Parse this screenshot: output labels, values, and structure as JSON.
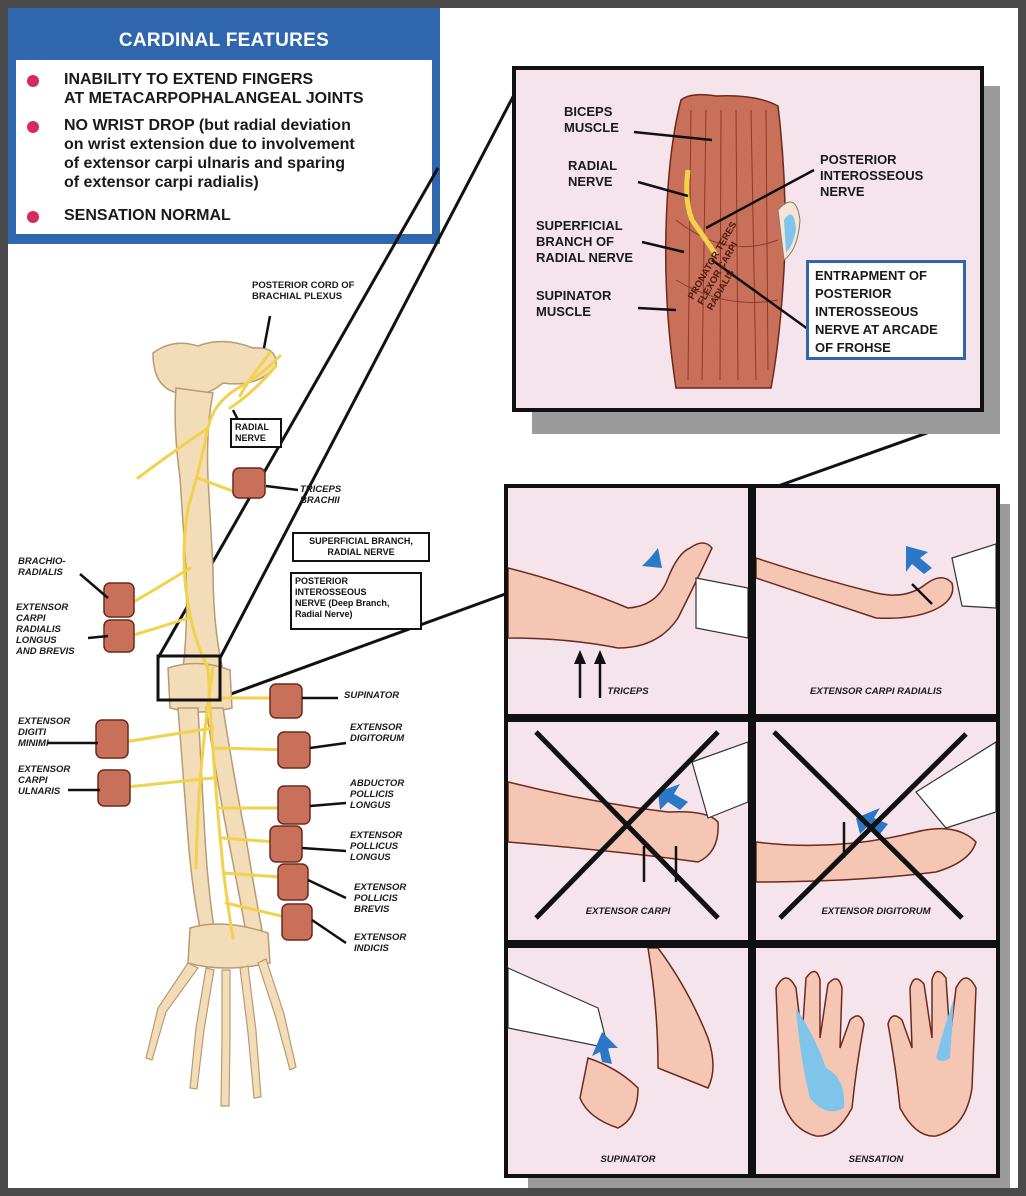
{
  "cardinal": {
    "title": "CARDINAL FEATURES",
    "features": [
      "INABILITY TO EXTEND FINGERS\nAT METACARPOPHALANGEAL JOINTS",
      "NO WRIST DROP (but radial deviation\non wrist extension due to involvement\nof extensor carpi ulnaris and sparing\nof extensor carpi radialis)",
      "SENSATION NORMAL"
    ],
    "bullet_color": "#d42a5c",
    "accent_color": "#2f66ad"
  },
  "arm": {
    "posterior_cord": "POSTERIOR CORD OF\nBRACHIAL PLEXUS",
    "radial_nerve": "RADIAL\nNERVE",
    "triceps": "TRICEPS\nBRACHII",
    "superficial_branch": "SUPERFICIAL BRANCH,\nRADIAL NERVE",
    "posterior_interosseous": "POSTERIOR\nINTEROSSEOUS\nNERVE (Deep Branch,\nRadial Nerve)",
    "brachioradialis": "BRACHIO-\nRADIALIS",
    "ecrl": "EXTENSOR\nCARPI\nRADIALIS\nLONGUS\nAND BREVIS",
    "supinator": "SUPINATOR",
    "edm": "EXTENSOR\nDIGITI\nMINIMI",
    "ed": "EXTENSOR\nDIGITORUM",
    "ecu": "EXTENSOR\nCARPI\nULNARIS",
    "apl": "ABDUCTOR\nPOLLICIS\nLONGUS",
    "epl": "EXTENSOR\nPOLLICUS\nLONGUS",
    "epb": "EXTENSOR\nPOLLICIS\nBREVIS",
    "ei": "EXTENSOR\nINDICIS"
  },
  "inset": {
    "biceps": "BICEPS\nMUSCLE",
    "radial_nerve": "RADIAL\nNERVE",
    "superficial": "SUPERFICIAL\nBRANCH OF\nRADIAL NERVE",
    "supinator": "SUPINATOR\nMUSCLE",
    "posterior": "POSTERIOR\nINTEROSSEOUS\nNERVE",
    "entrapment": "ENTRAPMENT OF\nPOSTERIOR\nINTEROSSEOUS\nNERVE AT ARCADE\nOF FROHSE",
    "muscle_text": "PRONATOR TERES\nFLEXOR CARPI\nRADIALIS"
  },
  "tests": {
    "triceps": "TRICEPS",
    "ecr": "EXTENSOR CARPI RADIALIS",
    "extensor_carpi": "EXTENSOR CARPI",
    "extensor_digitorum": "EXTENSOR DIGITORUM",
    "supinator": "SUPINATOR",
    "sensation": "SENSATION"
  },
  "colors": {
    "nerve": "#f2d24b",
    "bone": "#f3dcb8",
    "muscle": "#c9705a",
    "panel_bg": "#f6e4ec",
    "arrow_blue": "#2b78c8",
    "sensory_blue": "#7fc4ea"
  }
}
